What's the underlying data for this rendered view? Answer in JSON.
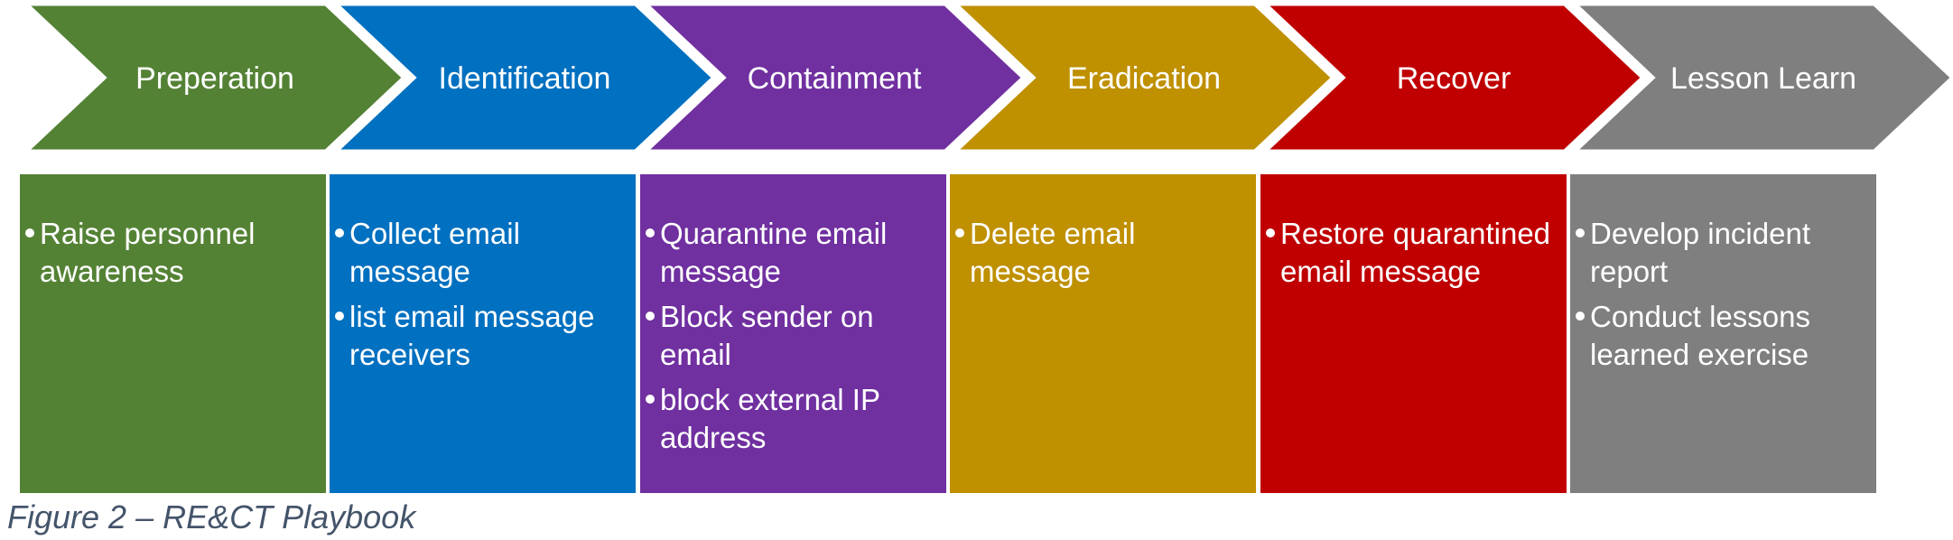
{
  "phases": [
    {
      "title": "Preperation",
      "color": "#548235",
      "items": [
        "Raise personnel awareness"
      ]
    },
    {
      "title": "Identification",
      "color": "#0070c0",
      "items": [
        "Collect email message",
        "list email message receivers"
      ]
    },
    {
      "title": "Containment",
      "color": "#7030a0",
      "items": [
        "Quarantine email message",
        "Block sender on email",
        "block external IP address"
      ]
    },
    {
      "title": "Eradication",
      "color": "#bf9000",
      "items": [
        "Delete email message"
      ]
    },
    {
      "title": "Recover",
      "color": "#c00000",
      "items": [
        "Restore quarantined email message"
      ]
    },
    {
      "title": "Lesson Learn",
      "color": "#7f7f7f",
      "items": [
        "Develop incident report",
        "Conduct lessons learned exercise"
      ]
    }
  ],
  "caption": "Figure 2 – RE&CT Playbook"
}
